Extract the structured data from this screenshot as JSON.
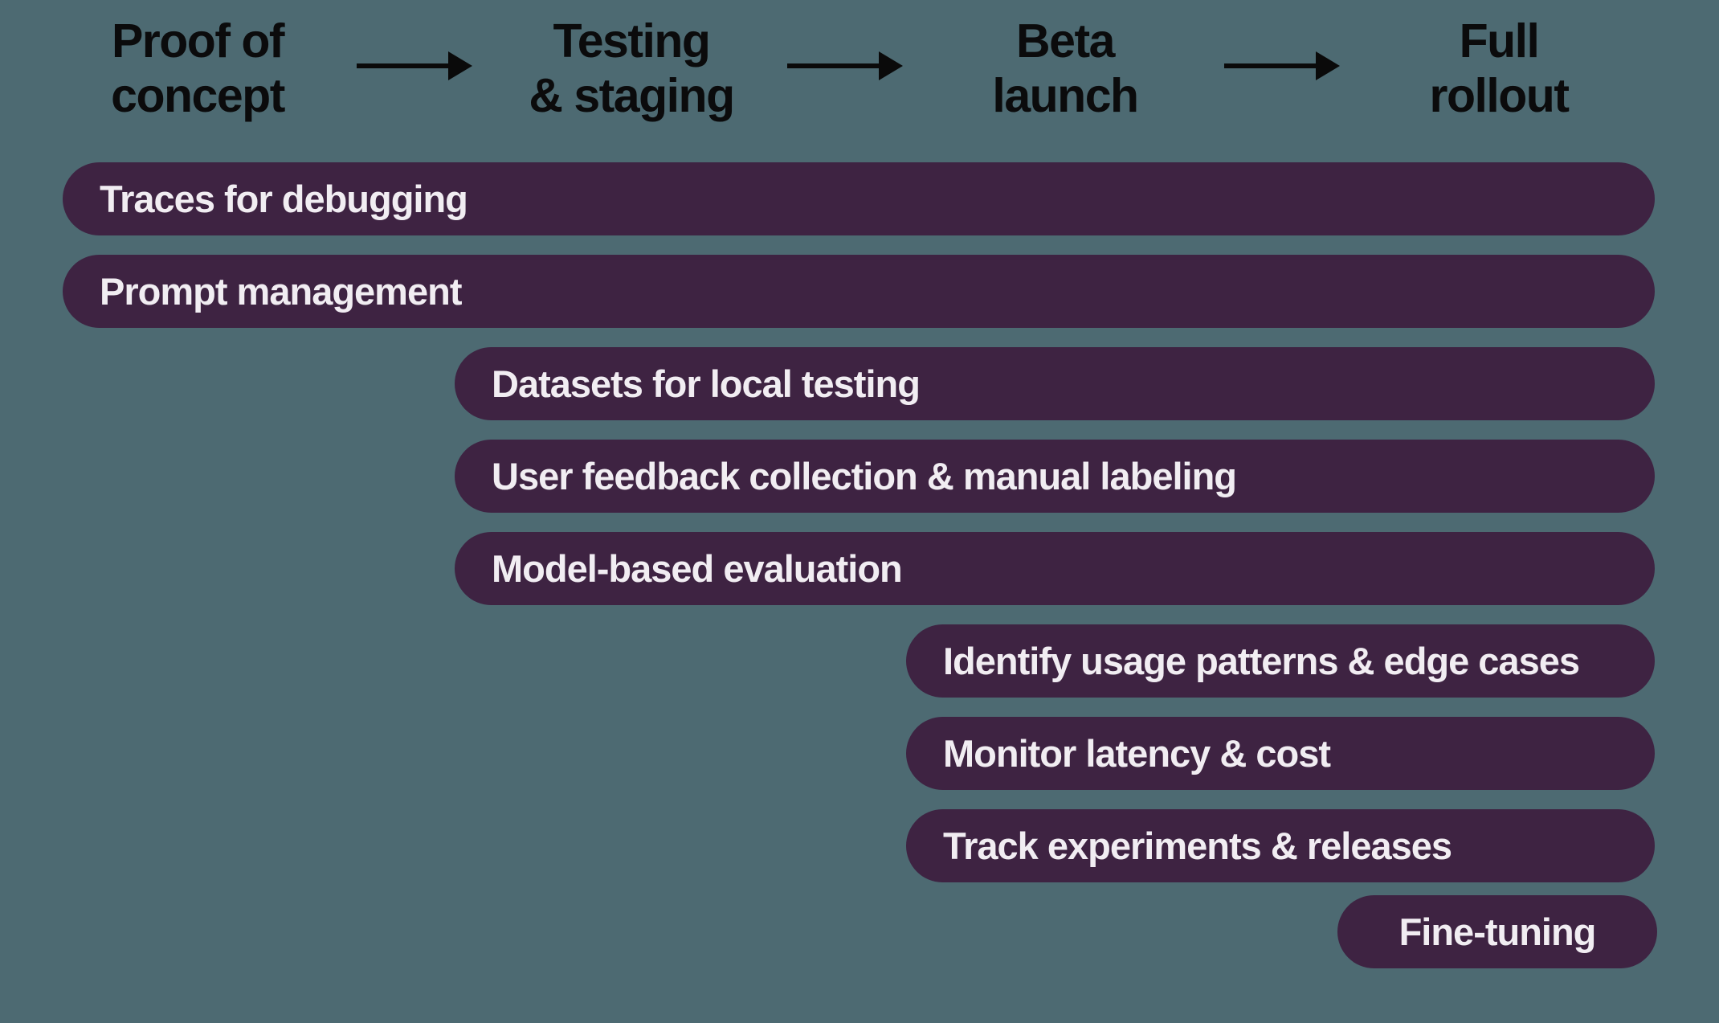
{
  "stages": [
    {
      "label": "Proof of\nconcept"
    },
    {
      "label": "Testing\n& staging"
    },
    {
      "label": "Beta\nlaunch"
    },
    {
      "label": "Full\nrollout"
    }
  ],
  "bars": [
    {
      "label": "Traces for debugging",
      "from": "Proof of concept",
      "to": "Full rollout"
    },
    {
      "label": "Prompt management",
      "from": "Proof of concept",
      "to": "Full rollout"
    },
    {
      "label": "Datasets for local testing",
      "from": "Testing & staging",
      "to": "Full rollout"
    },
    {
      "label": "User feedback collection & manual labeling",
      "from": "Testing & staging",
      "to": "Full rollout"
    },
    {
      "label": "Model-based evaluation",
      "from": "Testing & staging",
      "to": "Full rollout"
    },
    {
      "label": "Identify usage patterns & edge cases",
      "from": "Beta launch",
      "to": "Full rollout"
    },
    {
      "label": "Monitor latency & cost",
      "from": "Beta launch",
      "to": "Full rollout"
    },
    {
      "label": "Track experiments & releases",
      "from": "Beta launch",
      "to": "Full rollout"
    },
    {
      "label": "Fine-tuning",
      "from": "Full rollout",
      "to": "Full rollout"
    }
  ],
  "colors": {
    "background": "#4d6a72",
    "bar": "#3e2342",
    "bar_text": "#f1edf2",
    "header_text": "#0b0b0c",
    "arrow": "#0a0a0a"
  }
}
